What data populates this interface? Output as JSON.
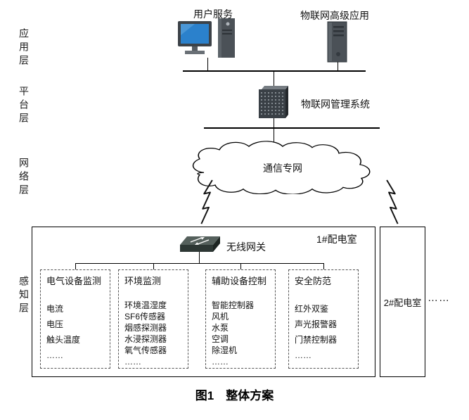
{
  "layers": {
    "application": "应用层",
    "platform": "平台层",
    "network": "网络层",
    "perception": "感知层"
  },
  "application_layer": {
    "user_service": "用户服务",
    "iot_advanced_app": "物联网高级应用"
  },
  "platform_layer": {
    "management_system": "物联网管理系统"
  },
  "network_layer": {
    "private_network": "通信专网"
  },
  "perception_layer": {
    "wireless_gateway": "无线网关",
    "room_1": "1#配电室",
    "room_2": "2#配电室",
    "more_rooms": "……",
    "groups": [
      {
        "title": "电气设备监测",
        "items": [
          "电流",
          "电压",
          "触头温度",
          "……"
        ]
      },
      {
        "title": "环境监测",
        "items": [
          "环境温湿度",
          "SF6传感器",
          "烟感探测器",
          "水浸探测器",
          "氧气传感器",
          "……"
        ]
      },
      {
        "title": "辅助设备控制",
        "items": [
          "智能控制器",
          "风机",
          "水泵",
          "空调",
          "除湿机",
          "……"
        ]
      },
      {
        "title": "安全防范",
        "items": [
          "红外双鉴",
          "声光报警器",
          "门禁控制器",
          "……"
        ]
      }
    ]
  },
  "caption": "图1　整体方案",
  "icons": {
    "desktop": "desktop-computer-icon",
    "server_tower": "server-tower-icon",
    "management_server": "rack-server-icon",
    "cloud": "cloud-icon",
    "wireless_link": "lightning-link-icon",
    "gateway": "network-switch-icon"
  },
  "colors": {
    "line": "#000000",
    "screen_blue": "#2b81cc",
    "device_gray": "#4b5157",
    "background": "#ffffff"
  }
}
